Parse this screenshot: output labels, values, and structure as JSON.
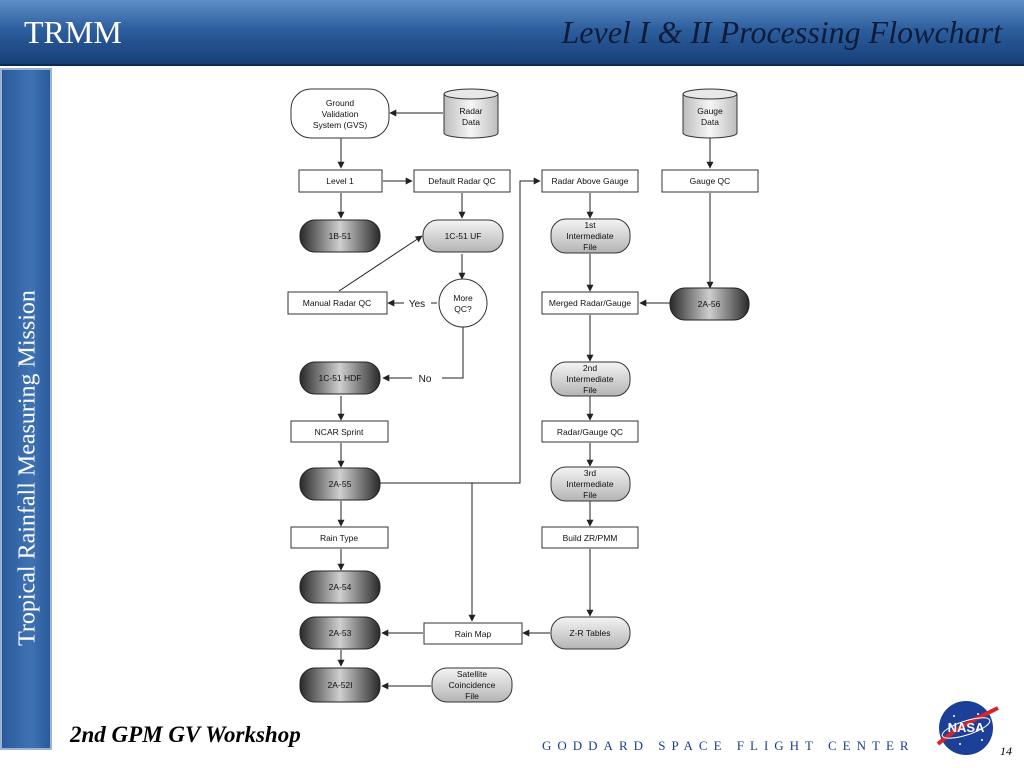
{
  "header": {
    "left_title": "TRMM",
    "right_title": "Level I & II Processing Flowchart"
  },
  "sidebar": {
    "text": "Tropical Rainfall Measuring Mission"
  },
  "footer": {
    "workshop": "2nd GPM GV Workshop",
    "center": "GODDARD SPACE FLIGHT CENTER",
    "page": "14"
  },
  "logo": {
    "text": "NASA"
  },
  "flowchart": {
    "gvs": [
      "Ground",
      "Validation",
      "System (GVS)"
    ],
    "radar_data": [
      "Radar",
      "Data"
    ],
    "gauge_data": [
      "Gauge",
      "Data"
    ],
    "level1": "Level 1",
    "default_radar_qc": "Default Radar QC",
    "radar_above_gauge": "Radar Above Gauge",
    "gauge_qc": "Gauge QC",
    "p1b51": "1B-51",
    "p1c51uf": "1C-51 UF",
    "first_intermediate": [
      "1st",
      "Intermediate",
      "File"
    ],
    "manual_radar_qc": "Manual Radar QC",
    "yes": "Yes",
    "more_qc": [
      "More",
      "QC?"
    ],
    "merged": "Merged Radar/Gauge",
    "p2a56": "2A-56",
    "second_intermediate": [
      "2nd",
      "Intermediate",
      "File"
    ],
    "p1c51hdf": "1C-51 HDF",
    "no": "No",
    "ncar_sprint": "NCAR Sprint",
    "radar_gauge_qc": "Radar/Gauge QC",
    "p2a55": "2A-55",
    "third_intermediate": [
      "3rd",
      "Intermediate",
      "File"
    ],
    "rain_type": "Rain Type",
    "build_zr": "Build ZR/PMM",
    "p2a54": "2A-54",
    "p2a53": "2A-53",
    "rain_map": "Rain Map",
    "zr_tables": "Z-R Tables",
    "p2a52i": "2A-52I",
    "satellite": [
      "Satellite",
      "Coincidence",
      "File"
    ]
  },
  "colors": {
    "header_blue": "#2d5f9e",
    "sidebar_blue": "#3f73b4",
    "footer_text": "#1f3f8a"
  }
}
